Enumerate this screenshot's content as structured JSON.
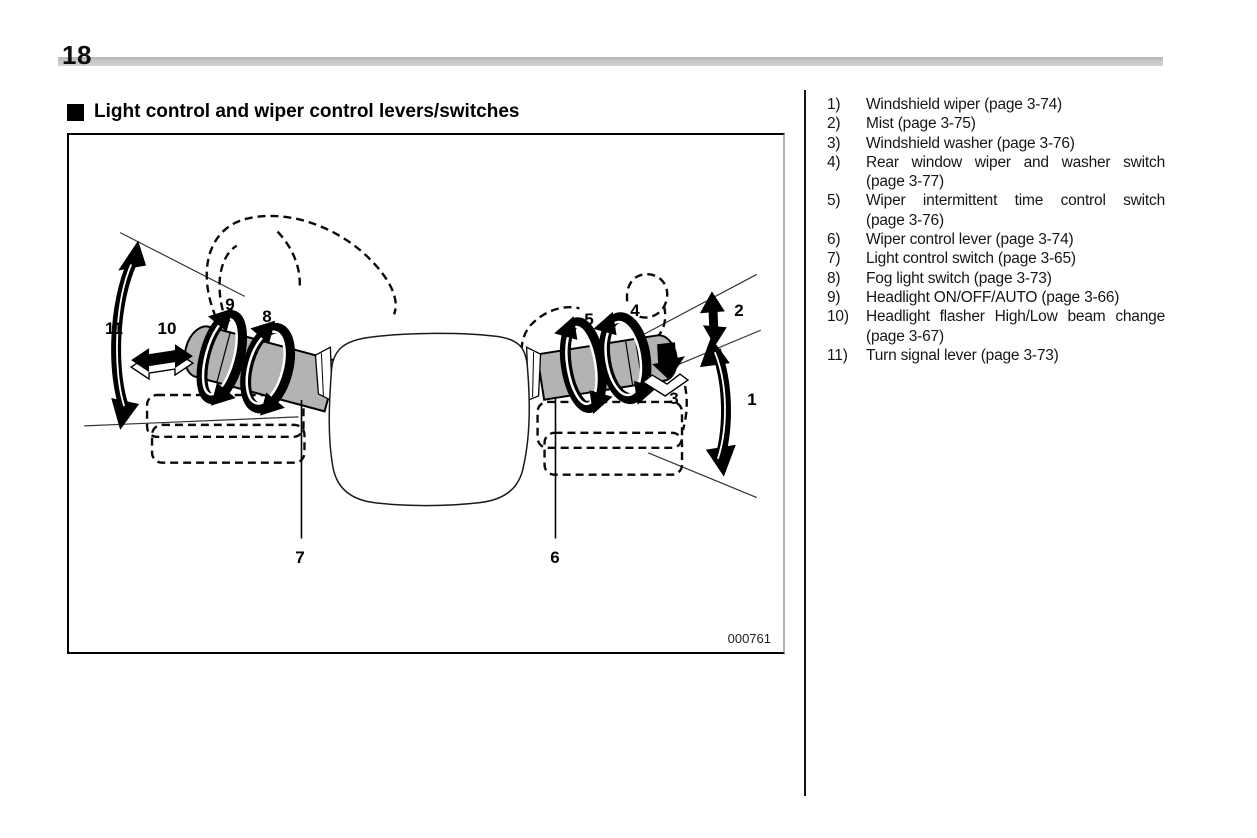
{
  "page": {
    "number": "18"
  },
  "section": {
    "title": "Light control and wiper control levers/switches"
  },
  "figure": {
    "id": "000761",
    "description": "Steering wheel with light control lever (left) and wiper control lever (right)",
    "callouts": [
      {
        "label": "1"
      },
      {
        "label": "2"
      },
      {
        "label": "3"
      },
      {
        "label": "4"
      },
      {
        "label": "5"
      },
      {
        "label": "6"
      },
      {
        "label": "7"
      },
      {
        "label": "8"
      },
      {
        "label": "9"
      },
      {
        "label": "10"
      },
      {
        "label": "11"
      }
    ]
  },
  "legend": {
    "items": [
      {
        "number": "1)",
        "line1": "Windshield wiper (page 3-74)",
        "line2": ""
      },
      {
        "number": "2)",
        "line1": "Mist (page 3-75)",
        "line2": ""
      },
      {
        "number": "3)",
        "line1": "Windshield washer (page 3-76)",
        "line2": ""
      },
      {
        "number": "4)",
        "line1": "Rear window wiper and washer switch",
        "line2": "(page 3-77)"
      },
      {
        "number": "5)",
        "line1": "Wiper intermittent time control switch",
        "line2": "(page 3-76)"
      },
      {
        "number": "6)",
        "line1": "Wiper control lever (page 3-74)",
        "line2": ""
      },
      {
        "number": "7)",
        "line1": "Light control switch (page 3-65)",
        "line2": ""
      },
      {
        "number": "8)",
        "line1": "Fog light switch (page 3-73)",
        "line2": ""
      },
      {
        "number": "9)",
        "line1": "Headlight ON/OFF/AUTO (page 3-66)",
        "line2": ""
      },
      {
        "number": "10)",
        "line1": "Headlight flasher High/Low beam change",
        "line2": "(page 3-67)"
      },
      {
        "number": "11)",
        "line1": "Turn signal lever (page 3-73)",
        "line2": ""
      }
    ]
  },
  "colors": {
    "lever_gray": "#b3b3b3",
    "rule_gray": "#c6c6c6",
    "ink": "#000000"
  }
}
